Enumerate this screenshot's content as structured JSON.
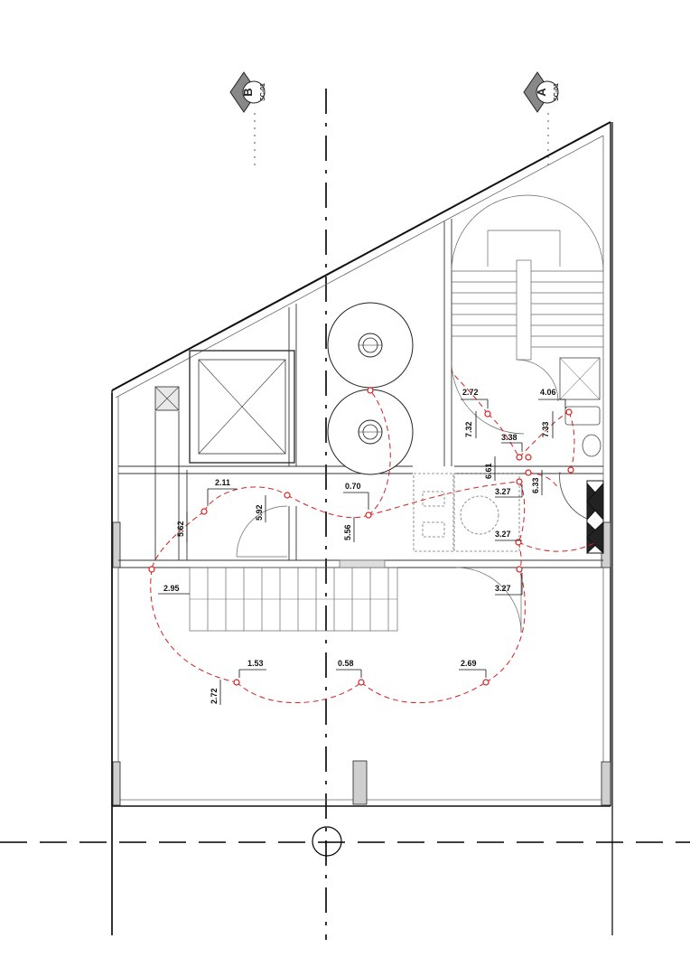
{
  "section_markers": [
    {
      "letter": "B",
      "ref": "SC-01"
    },
    {
      "letter": "A",
      "ref": "SC-01"
    }
  ],
  "dimensions": {
    "d1": "2.72",
    "d2": "4.06",
    "d3": "7.32",
    "d4": "7.33",
    "d5": "3.38",
    "d6": "6.61",
    "d7": "6.33",
    "d8": "3.27",
    "d9": "3.27",
    "d10": "3.27",
    "d11": "2.11",
    "d12": "5.62",
    "d13": "5.92",
    "d14": "0.70",
    "d15": "5.56",
    "d16": "2.95",
    "d17": "1.53",
    "d18": "2.72",
    "d19": "0.58",
    "d20": "2.69"
  },
  "colors": {
    "walls": "#111111",
    "thin": "#8a8a8a",
    "electrical": "#d42020",
    "axis": "#000000"
  }
}
